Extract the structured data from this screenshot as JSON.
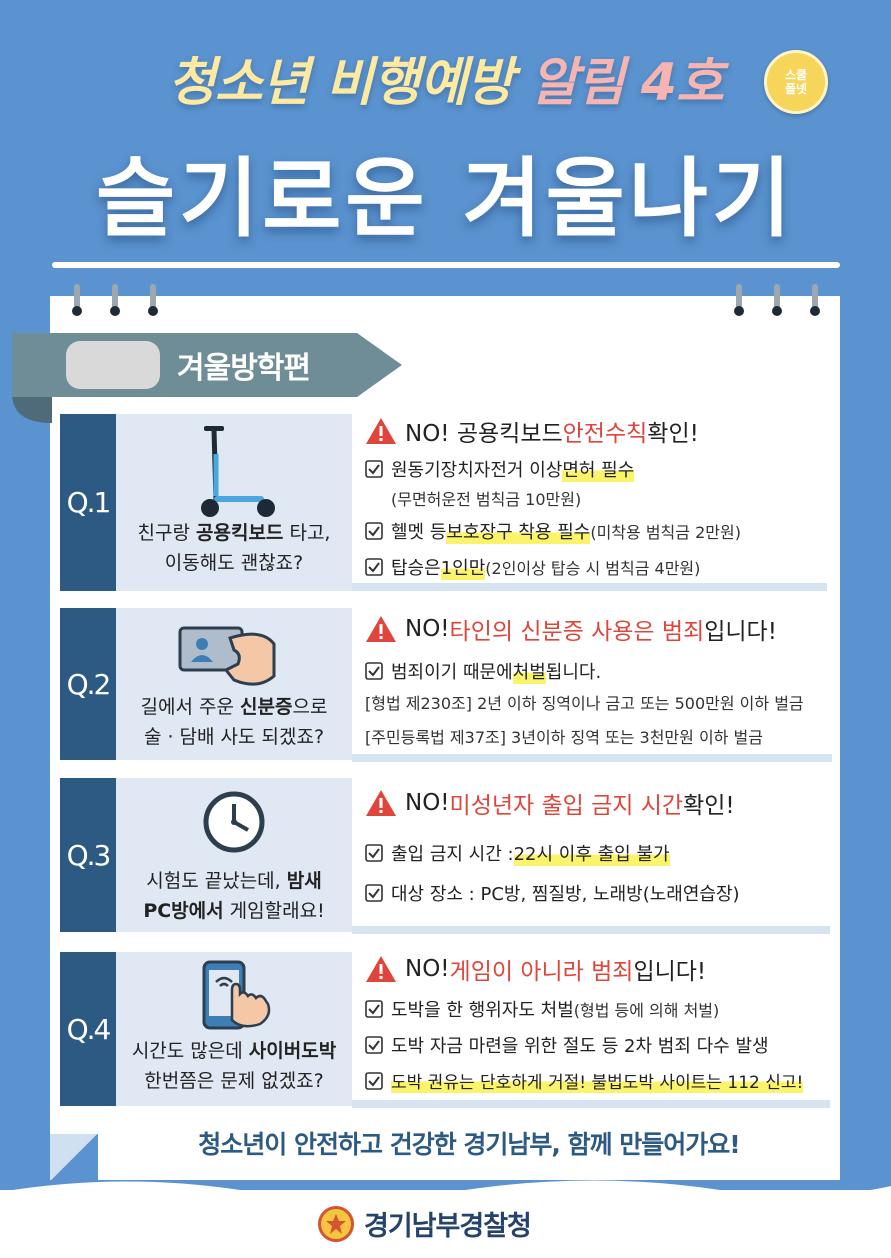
{
  "header": {
    "title_part1": "청소년 비행예방",
    "title_part2": "알림 4호",
    "badge_top": "스쿨",
    "badge_bottom": "폴넷",
    "subtitle": "슬기로운 겨울나기"
  },
  "section": {
    "label": "겨울방학편"
  },
  "questions": [
    {
      "num": "Q.1",
      "q_line1_pre": "친구랑 ",
      "q_line1_bold": "공용킥보드",
      "q_line1_post": " 타고,",
      "q_line2": "이동해도 괜찮죠?",
      "icon": "kickboard-icon",
      "head_pre": "NO! 공용킥보드 ",
      "head_red": "안전수칙",
      "head_post": " 확인!",
      "lines": [
        {
          "main_pre": "원동기장치자전거 이상 ",
          "main_hl": "면허 필수",
          "small": ""
        },
        {
          "main_pre": "",
          "main_hl": "",
          "small": "(무면허운전 범칙금 10만원)"
        },
        {
          "main_pre": "헬멧 등 ",
          "main_hl": "보호장구 착용 필수",
          "small": "(미착용 범칙금 2만원)"
        },
        {
          "main_pre": "탑승은 ",
          "main_hl": "1인만",
          "small": " (2인이상 탑승 시 범칙금 4만원)"
        }
      ]
    },
    {
      "num": "Q.2",
      "q_line1_pre": "길에서 주운 ",
      "q_line1_bold": "신분증",
      "q_line1_post": "으로",
      "q_line2": "술 · 담배 사도 되겠죠?",
      "icon": "id-card-icon",
      "head_pre": "NO! ",
      "head_red": "타인의 신분증 사용은 범죄",
      "head_post": "입니다!",
      "lines": [
        {
          "main_pre": "범죄이기 때문에 ",
          "main_hl": "처벌",
          "post": "됩니다."
        },
        {
          "text": "[형법 제230조] 2년 이하 징역이나 금고 또는 500만원 이하 벌금"
        },
        {
          "text": "[주민등록법 제37조] 3년이하 징역 또는 3천만원 이하 벌금"
        }
      ]
    },
    {
      "num": "Q.3",
      "q_line1_pre": "시험도 끝났는데, ",
      "q_line1_bold": "밤새",
      "q_line1_post": "",
      "q_line2_bold": "PC방에서",
      "q_line2": " 게임할래요!",
      "icon": "clock-icon",
      "head_pre": "NO! ",
      "head_red": "미성년자 출입 금지 시간",
      "head_post": " 확인!",
      "lines": [
        {
          "main_pre": "출입 금지 시간 : ",
          "main_hl": "22시 이후 출입 불가"
        },
        {
          "main_pre": "대상 장소 : PC방, 찜질방, 노래방(노래연습장)",
          "main_hl": ""
        }
      ]
    },
    {
      "num": "Q.4",
      "q_line1_pre": "시간도 많은데 ",
      "q_line1_bold": "사이버도박",
      "q_line1_post": "",
      "q_line2": "한번쯤은 문제 없겠죠?",
      "icon": "phone-touch-icon",
      "head_pre": "NO! ",
      "head_red": "게임이 아니라 범죄",
      "head_post": " 입니다!",
      "lines": [
        {
          "main_pre": "도박을 한 행위자도 처벌",
          "small": "(형법 등에 의해 처벌)"
        },
        {
          "main_pre": "도박 자금 마련을 위한 절도 등 2차 범죄 다수 발생"
        },
        {
          "main_hl": "도박 권유는 단호하게 거절! 불법도박 사이트는 112 신고!"
        }
      ]
    }
  ],
  "footer": {
    "message": "청소년이 안전하고 건강한 경기남부, 함께 만들어가요!",
    "agency": "경기남부경찰청"
  },
  "colors": {
    "background": "#5a93cf",
    "navy": "#2d5a82",
    "red": "#e0453b",
    "highlight": "#fbf36a"
  }
}
